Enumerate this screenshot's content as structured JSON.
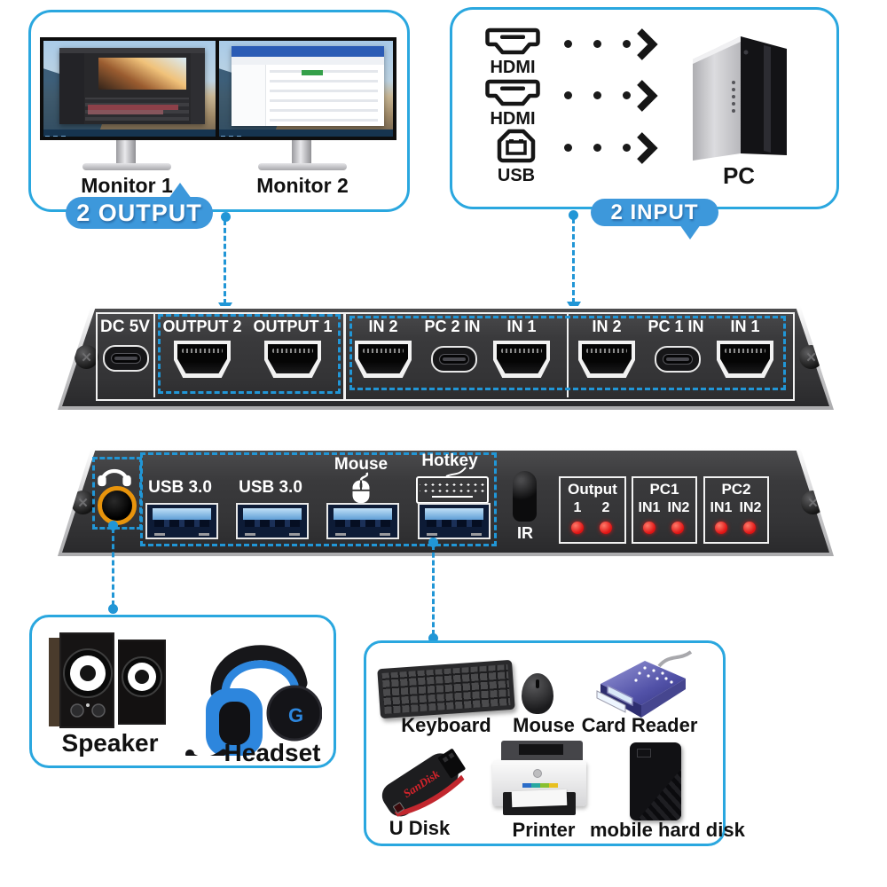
{
  "colors": {
    "frame_blue": "#2aa7df",
    "bubble_blue": "#3d98db",
    "dash_blue": "#2196d6",
    "device_dark": "#3a3a3c",
    "led_red": "#e01212",
    "jack_orange": "#e8940c",
    "usb_blue": "#5f9fd6"
  },
  "output_box": {
    "badge": "2 OUTPUT",
    "monitor1": "Monitor 1",
    "monitor2": "Monitor 2"
  },
  "input_box": {
    "badge": "2 INPUT",
    "hdmi1": "HDMI",
    "hdmi2": "HDMI",
    "usb": "USB",
    "pc": "PC"
  },
  "back_panel": {
    "power": "DC 5V",
    "output2": "OUTPUT 2",
    "output1": "OUTPUT 1",
    "pc2_in2": "IN 2",
    "pc2_usb": "PC 2 IN",
    "pc2_in1": "IN 1",
    "pc1_in2": "IN 2",
    "pc1_usb": "PC 1 IN",
    "pc1_in1": "IN 1"
  },
  "front_panel": {
    "usb1": "USB 3.0",
    "usb2": "USB 3.0",
    "mouse": "Mouse",
    "hotkey": "Hotkey",
    "ir": "IR",
    "led_output": {
      "title": "Output",
      "a": "1",
      "b": "2"
    },
    "led_pc1": {
      "title": "PC1",
      "a": "IN1",
      "b": "IN2"
    },
    "led_pc2": {
      "title": "PC2",
      "a": "IN1",
      "b": "IN2"
    }
  },
  "audio_box": {
    "speaker": "Speaker",
    "headset": "Headset",
    "headset_logo": "G"
  },
  "devices_box": {
    "keyboard": "Keyboard",
    "mouse": "Mouse",
    "card_reader": "Card Reader",
    "udisk": "U Disk",
    "printer": "Printer",
    "hdd": "mobile hard disk",
    "udisk_brand": "SanDisk"
  }
}
